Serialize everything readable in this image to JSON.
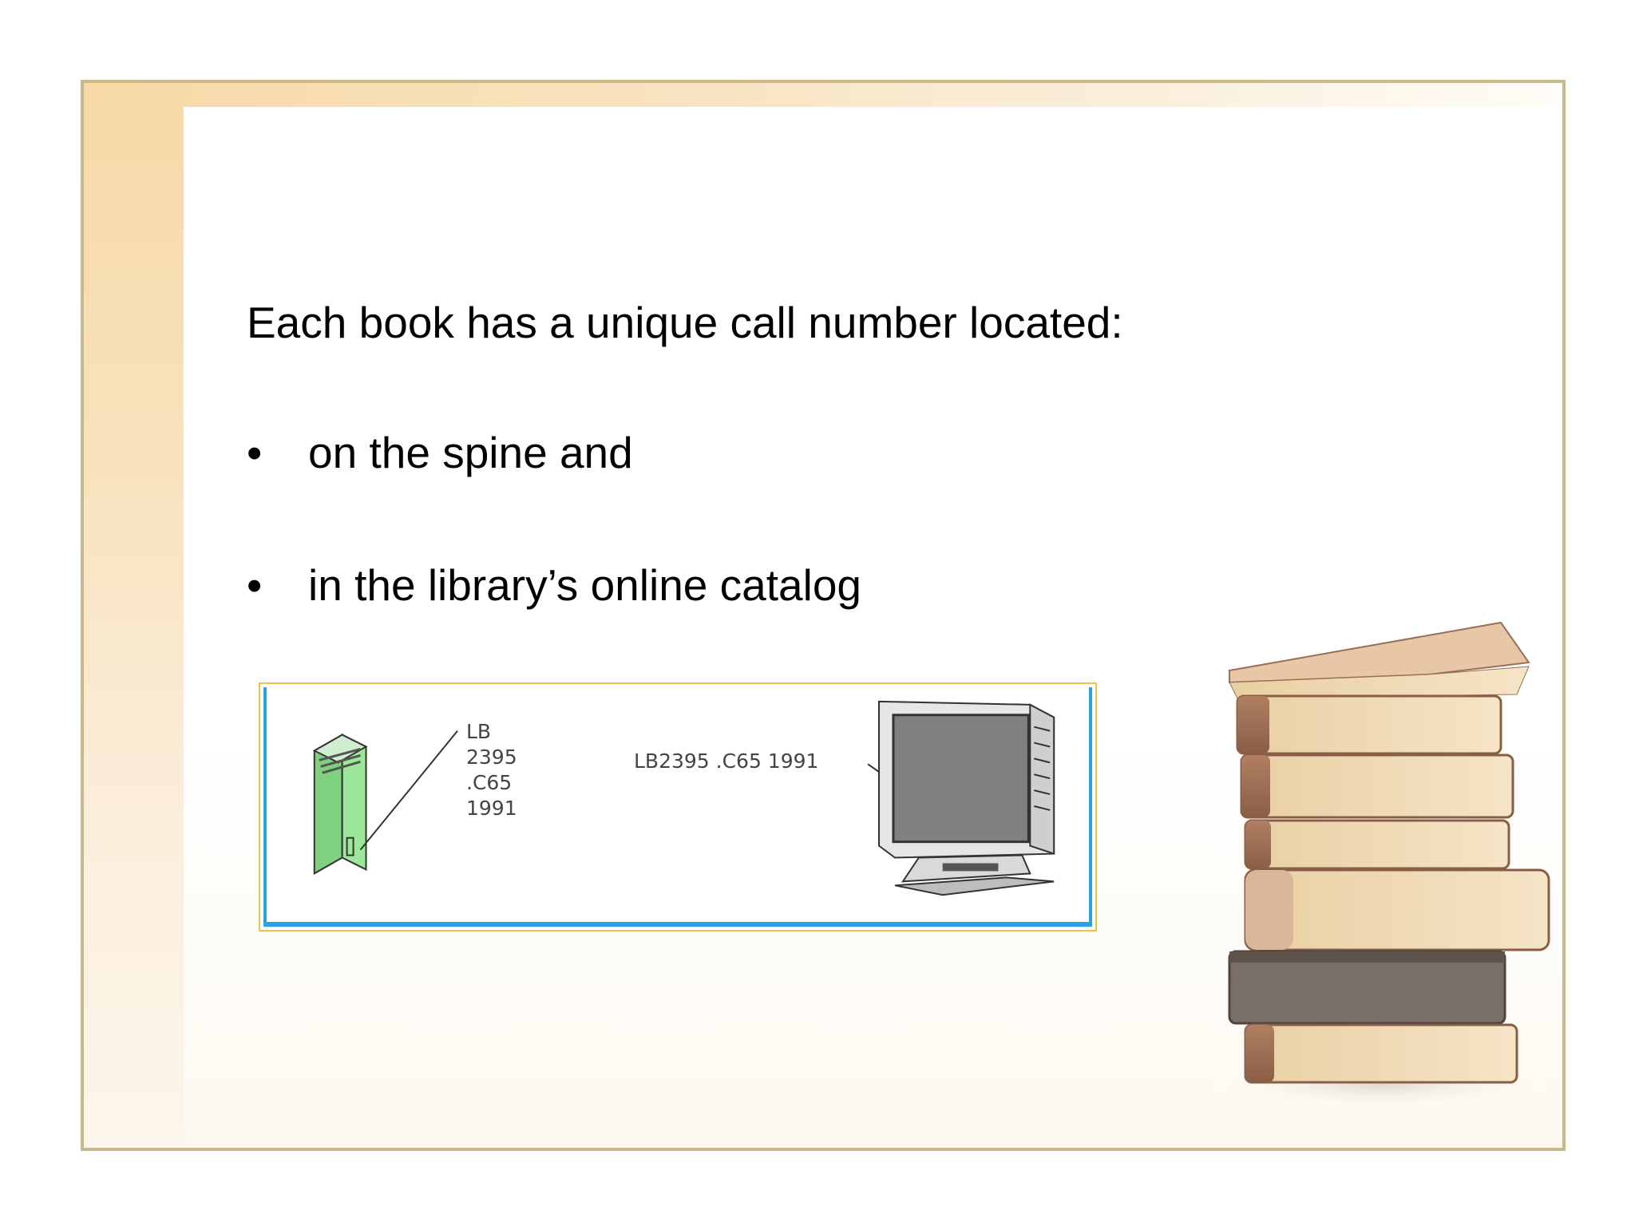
{
  "slide": {
    "heading": "Each book has a unique call number located:",
    "bullets": [
      {
        "marker": "•",
        "text": "on the spine and"
      },
      {
        "marker": "•",
        "text": "in the library’s online catalog"
      }
    ]
  },
  "figure": {
    "spine_label_lines": [
      "LB",
      "2395",
      ".C65",
      "1991"
    ],
    "catalog_label": "LB2395 .C65 1991",
    "book_color": "#9be89b",
    "monitor_screen_color": "#808080",
    "frame_color": "#2aa1e3",
    "icons": [
      "book-icon",
      "computer-monitor-icon"
    ]
  },
  "decoration": {
    "icons": [
      "book-stack-icon"
    ],
    "accent_color": "#f6d9a6",
    "border_color": "#c9b98a"
  }
}
